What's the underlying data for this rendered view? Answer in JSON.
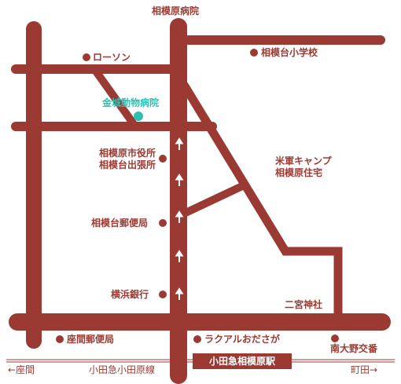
{
  "labels": {
    "hospital_north": "相模原病院",
    "lawson": "ローソン",
    "elementary_school": "相模台小学校",
    "kaneshiro_vet": "金城動物病院",
    "city_office_line1": "相模原市役所",
    "city_office_line2": "相模台出張所",
    "us_army_line1": "米軍キャンプ",
    "us_army_line2": "相模原住宅",
    "post_office_sagamidai": "相模台郵便局",
    "yokohama_bank": "横浜銀行",
    "ninomiya_shrine": "二宮神社",
    "zama_post_office": "座間郵便局",
    "laquale_odasaga": "ラクアルおださが",
    "minami_ono_koban": "南大野交番",
    "railway_line": "小田急小田原線",
    "to_zama": "←座間",
    "to_machida": "町田→",
    "station": "小田急相模原駅"
  },
  "icons": {
    "landmark": "landmark-dot-icon",
    "vet_landmark": "vet-landmark-dot-icon",
    "direction": "up-arrow-icon"
  },
  "colors": {
    "road": "#9b3a32",
    "label": "#9b3a32",
    "highlight": "#2fbfb0",
    "background": "#ffffff"
  }
}
